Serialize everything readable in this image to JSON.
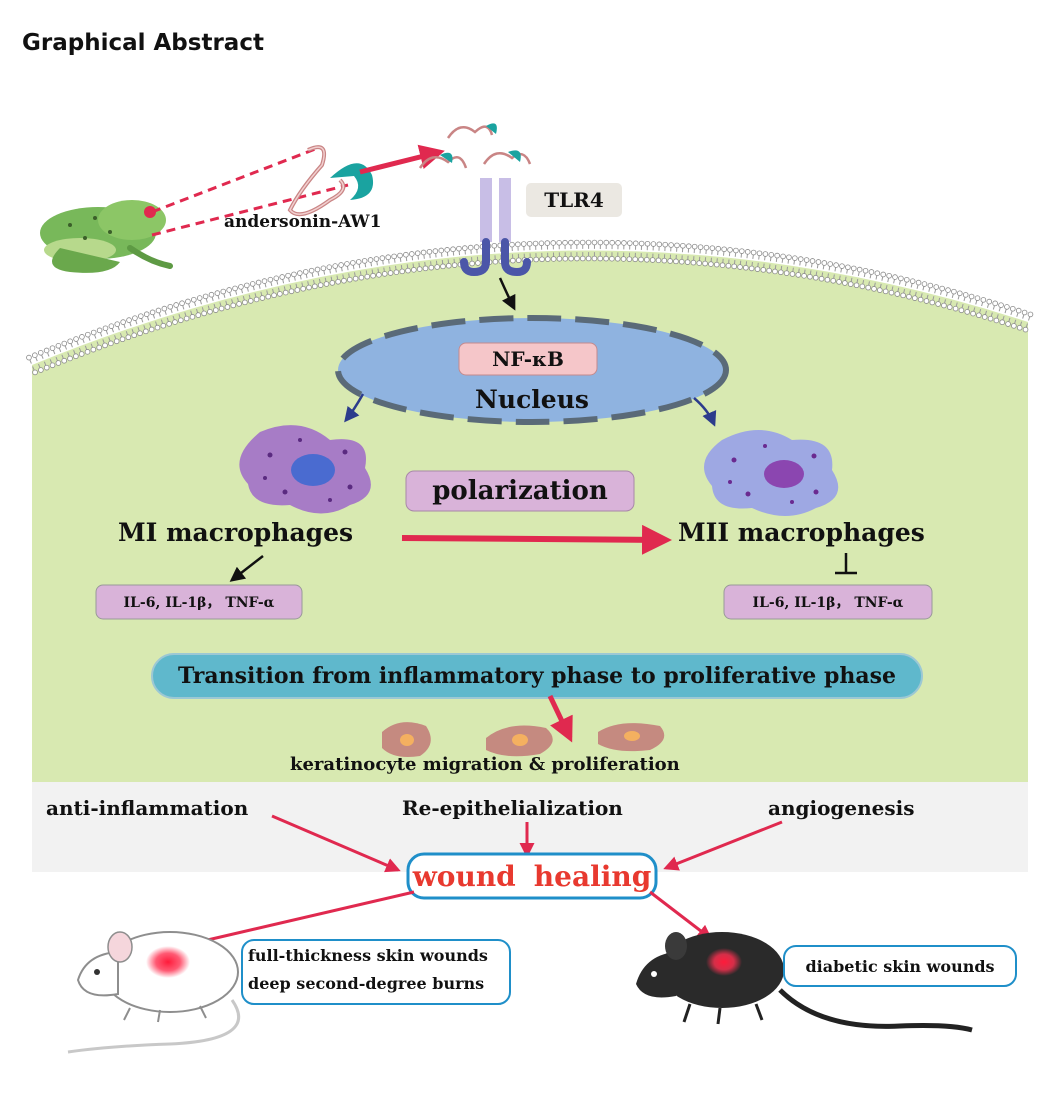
{
  "heading": "Graphical Abstract",
  "labels": {
    "peptide": "andersonin-AW1",
    "receptor": "TLR4",
    "transcription_factor": "NF-κB",
    "nucleus": "Nucleus",
    "polarization": "polarization",
    "m1": "MI macrophages",
    "m2": "MII macrophages",
    "cytokines_left": "IL-6, IL-1β， TNF-α",
    "cytokines_right": "IL-6, IL-1β， TNF-α",
    "transition": "Transition from inflammatory phase to proliferative phase",
    "keratinocyte_text": "keratinocyte  migration & proliferation",
    "effect_left": "anti-inflammation",
    "effect_center": "Re-epithelialization",
    "effect_right": "angiogenesis",
    "healing_word1": "wound",
    "healing_word2": "healing",
    "model_left_line1": "full-thickness skin wounds",
    "model_left_line2": "deep second-degree burns",
    "model_right": "diabetic  skin wounds"
  },
  "colors": {
    "cell_fill": "#d8e9b1",
    "band_fill": "#f2f2f2",
    "nucleus_fill": "#8fb3e0",
    "nucleus_dash": "#5a6a78",
    "pill_purple": "#d9b3d9",
    "pill_pink": "#f5c6c9",
    "transition_fill": "#5fb8cc",
    "arrow_red": "#e0294f",
    "healing_text": "#e8392f",
    "box_border": "#1f8fc9",
    "receptor_fill": "#c8bee6",
    "receptor_hook": "#4b56a8",
    "macrophage_m1": "#a77cc6",
    "macrophage_m2": "#9ea8e3",
    "frog_green": "#76b957"
  },
  "icons": [
    "frog-icon",
    "peptide-icon",
    "receptor-icon",
    "macrophage-m1-icon",
    "macrophage-m2-icon",
    "keratinocyte-icon",
    "white-mouse-icon",
    "black-mouse-icon"
  ]
}
